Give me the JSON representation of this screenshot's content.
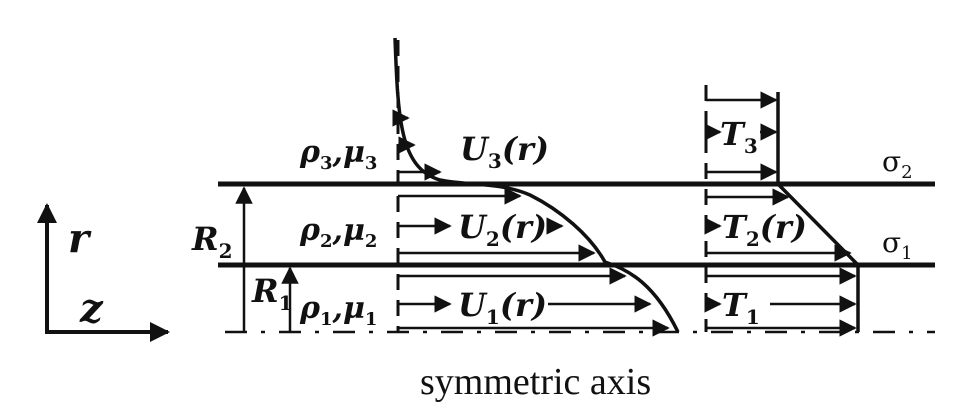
{
  "caption": "symmetric axis",
  "axes": {
    "r_label": "r",
    "z_label": "z"
  },
  "interfaces": {
    "sigma2": {
      "sym": "σ",
      "sub": "2"
    },
    "sigma1": {
      "sym": "σ",
      "sub": "1"
    }
  },
  "radii": {
    "R2": {
      "sym": "R",
      "sub": "2"
    },
    "R1": {
      "sym": "R",
      "sub": "1"
    }
  },
  "layers": [
    {
      "rho": "ρ",
      "rho_sub": "3",
      "mu": "μ",
      "mu_sub": "3",
      "U": "U",
      "U_sub": "3",
      "U_arg": "(r)",
      "T": "T",
      "T_sub": "3",
      "T_arg": ""
    },
    {
      "rho": "ρ",
      "rho_sub": "2",
      "mu": "μ",
      "mu_sub": "2",
      "U": "U",
      "U_sub": "2",
      "U_arg": "(r)",
      "T": "T",
      "T_sub": "2",
      "T_arg": "(r)"
    },
    {
      "rho": "ρ",
      "rho_sub": "1",
      "mu": "μ",
      "mu_sub": "1",
      "U": "U",
      "U_sub": "1",
      "U_arg": "(r)",
      "T": "T",
      "T_sub": "1",
      "T_arg": ""
    }
  ]
}
